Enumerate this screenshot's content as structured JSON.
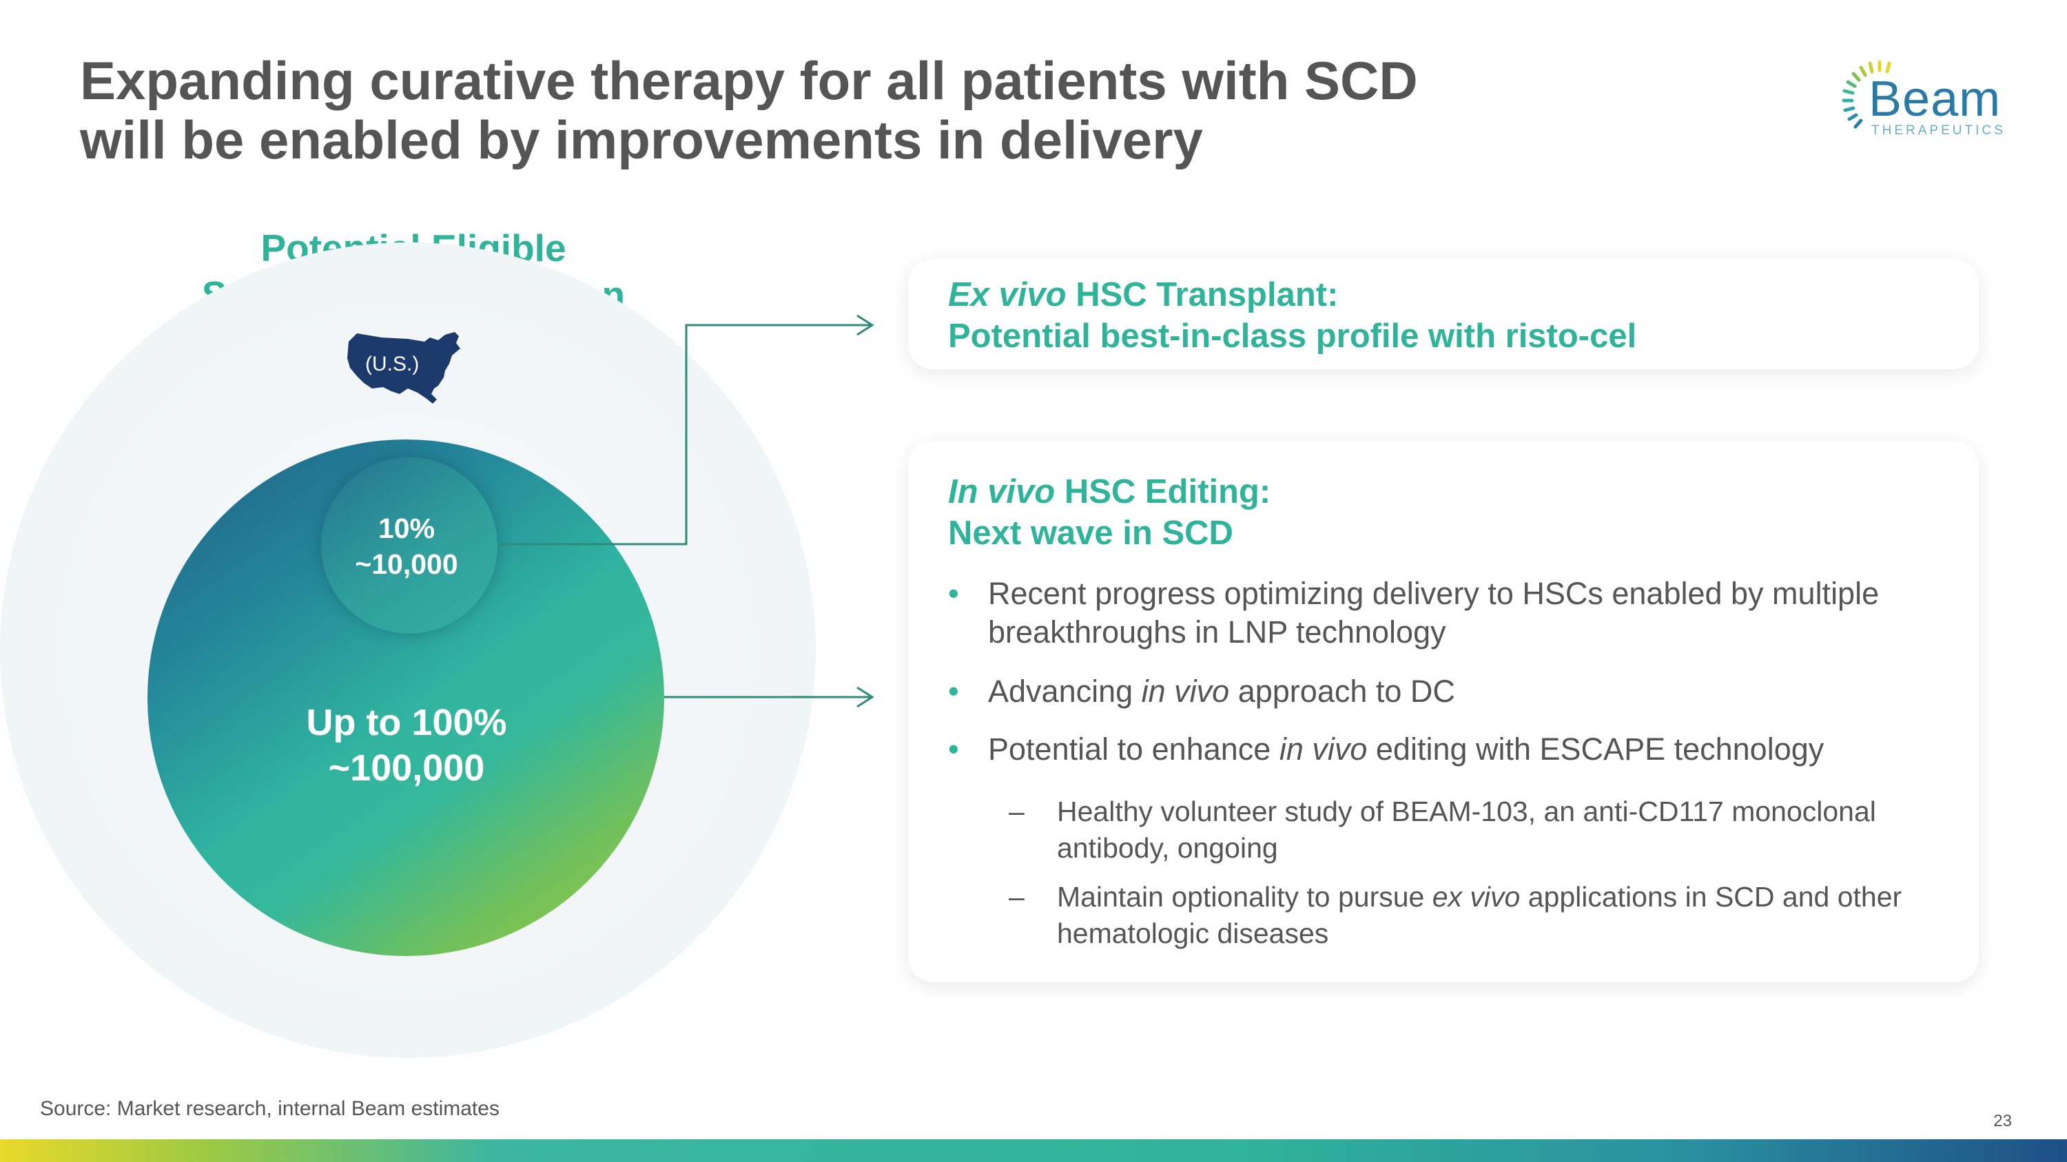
{
  "title": {
    "line1": "Expanding curative therapy for all patients with SCD",
    "line2": "will be enabled by improvements in delivery"
  },
  "logo": {
    "wordmark": "Beam",
    "subtext": "THERAPEUTICS"
  },
  "population": {
    "title_line1": "Potential Eligible",
    "title_line2": "SCD Patient Population",
    "map_icon": "us-map-icon",
    "map_label": "(U.S.)",
    "subset": {
      "percent": "10%",
      "count": "~10,000"
    },
    "total": {
      "percent": "Up to 100%",
      "count": "~100,000"
    }
  },
  "ex_vivo": {
    "heading_italic": "Ex vivo",
    "heading_rest": " HSC Transplant:",
    "subheading": "Potential best-in-class profile with risto-cel"
  },
  "in_vivo": {
    "heading_italic": "In vivo",
    "heading_rest": " HSC Editing:",
    "subheading": "Next wave in SCD",
    "bullet_symbol": "•",
    "bullets": [
      {
        "text": "Recent progress optimizing delivery to HSCs enabled by multiple breakthroughs in LNP technology"
      },
      {
        "pre": "Advancing ",
        "italic": "in vivo",
        "post": " approach to DC"
      },
      {
        "pre": "Potential to enhance ",
        "italic": "in vivo",
        "post": " editing with ESCAPE technology"
      }
    ],
    "sub_symbol": "–",
    "sub_bullets": [
      {
        "text": "Healthy volunteer study of BEAM-103, an anti-CD117 monoclonal antibody, ongoing"
      },
      {
        "pre": "Maintain optionality to pursue ",
        "italic": "ex vivo",
        "post": " applications in SCD and other hematologic diseases"
      }
    ]
  },
  "footer": {
    "source": "Source: Market research, internal Beam estimates",
    "page_number": "23"
  },
  "colors": {
    "accent": "#2fb39a",
    "text": "#555555",
    "navy": "#1b3a6b"
  }
}
